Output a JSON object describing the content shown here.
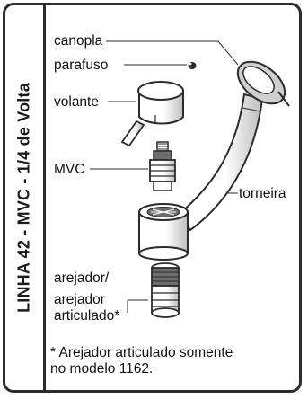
{
  "sidebar": {
    "title": "LINHA 42 - MVC - 1/4 de Volta"
  },
  "labels": {
    "canopla": "canopla",
    "parafuso": "parafuso",
    "volante": "volante",
    "mvc": "MVC",
    "torneira": "torneira",
    "arejador_line1": "arejador/",
    "arejador_line2": "arejador",
    "arejador_line3": "articulado*"
  },
  "footnote": {
    "line1": "* Arejador articulado somente",
    "line2": "no modelo 1162."
  },
  "colors": {
    "outline": "#2b2b2b",
    "part_fill": "#ffffff",
    "shading": "#cfcfcf",
    "dark_shading": "#6d6d6d"
  },
  "icons": [
    "canopla-drawing",
    "parafuso-drawing",
    "volante-drawing",
    "mvc-cartridge-drawing",
    "torneira-drawing",
    "arejador-drawing"
  ]
}
